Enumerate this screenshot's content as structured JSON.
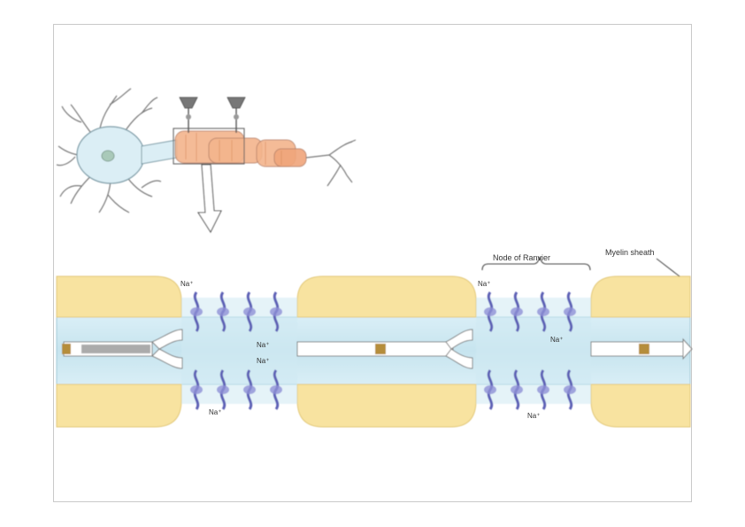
{
  "labels": {
    "node_of_ranvier": "Node of Ranvier",
    "myelin_sheath": "Myelin sheath",
    "na_plus": "Na⁺"
  },
  "colors": {
    "myelin": "#f8e3a0",
    "myelin_edge": "#e8cf80",
    "axon": "#cfe9f2",
    "axon_edge": "#9cc7d6",
    "channel": "#8e90d6",
    "channel_dark": "#5d60b5",
    "sheath_orange": "#f3b48c",
    "marker": "#b58d3a",
    "soma": "#dbeef5",
    "outline": "#555555"
  },
  "icons": [
    "neuron-illustration",
    "sodium-channel-icon",
    "current-arrow-icon"
  ]
}
